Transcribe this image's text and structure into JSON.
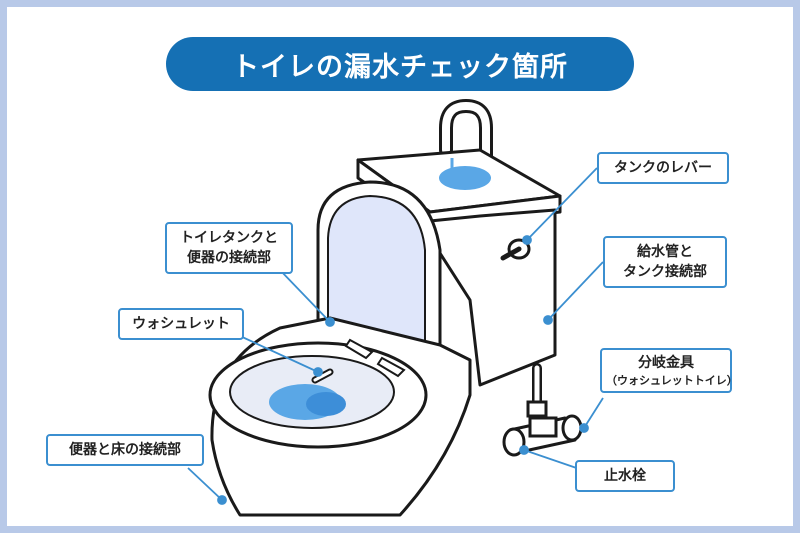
{
  "title": "トイレの漏水チェック箇所",
  "labels": {
    "tank_lever": "タンクのレバー",
    "water_pipe": [
      "給水管と",
      "タンク接続部"
    ],
    "tank_bowl": [
      "トイレタンクと",
      "便器の接続部"
    ],
    "washlet": "ウォシュレット",
    "branch_fitting": "分岐金具",
    "branch_fitting_sub": "（ウォシュレットトイレ）",
    "stop_valve": "止水栓",
    "floor_joint": "便器と床の接続部"
  },
  "colors": {
    "accent": "#1570b4",
    "label_border": "#3b8fd0",
    "frame": "#b8c9e8",
    "water": "#5aa7e6",
    "lid_fill": "#dfe6fa"
  }
}
